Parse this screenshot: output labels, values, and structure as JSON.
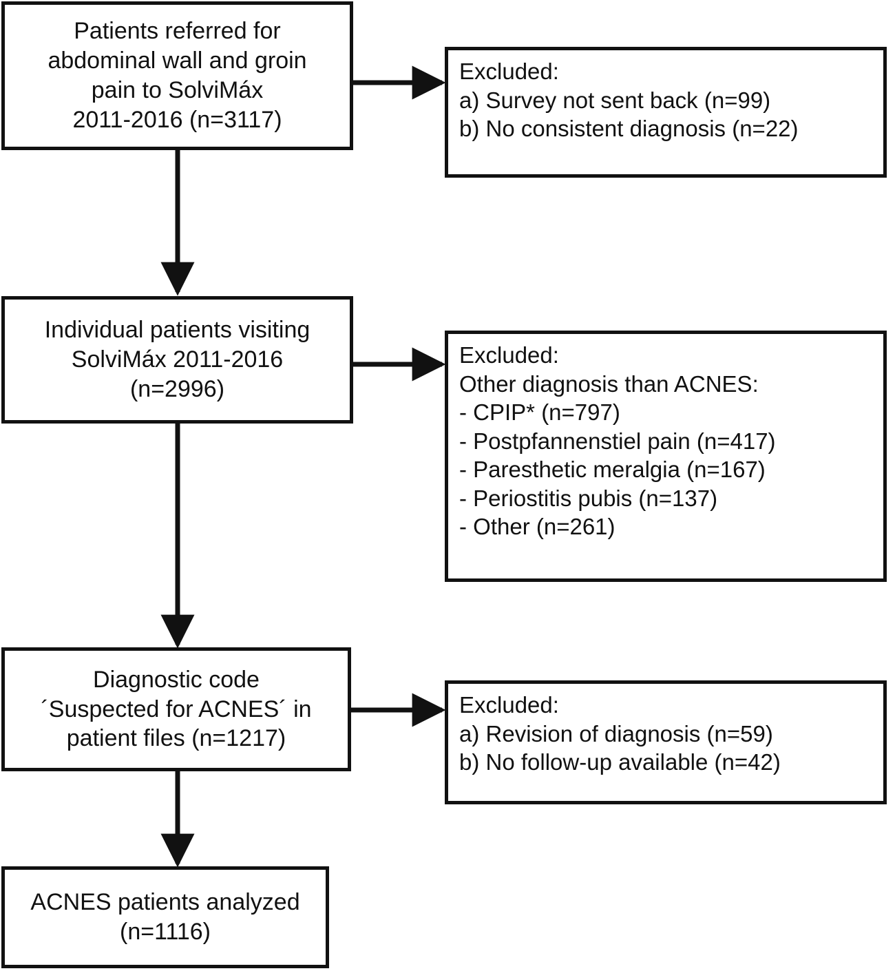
{
  "diagram": {
    "title": "ACNES patient selection flowchart",
    "stroke_color": "#111111",
    "background_color": "#ffffff",
    "nodes": {
      "referred": {
        "kind": "primary",
        "lines": [
          "Patients referred for",
          "abdominal wall and groin",
          "pain to SolviMáx",
          "2011-2016 (n=3117)"
        ]
      },
      "excluded_1": {
        "kind": "excluded",
        "lines": [
          "Excluded:",
          "a) Survey not sent back (n=99)",
          "b) No consistent diagnosis (n=22)"
        ]
      },
      "individual": {
        "kind": "primary",
        "lines": [
          "Individual patients visiting",
          "SolviMáx 2011-2016",
          "(n=2996)"
        ]
      },
      "excluded_2": {
        "kind": "excluded",
        "lines": [
          "Excluded:",
          "Other diagnosis than ACNES:",
          "- CPIP* (n=797)",
          "- Postpfannenstiel pain (n=417)",
          "- Paresthetic meralgia (n=167)",
          "- Periostitis pubis (n=137)",
          "- Other (n=261)"
        ]
      },
      "diagnostic_code": {
        "kind": "primary",
        "lines": [
          "Diagnostic code",
          "´Suspected for ACNES´ in",
          "patient files (n=1217)"
        ]
      },
      "excluded_3": {
        "kind": "excluded",
        "lines": [
          "Excluded:",
          "a) Revision of diagnosis (n=59)",
          "b) No follow-up available (n=42)"
        ]
      },
      "analyzed": {
        "kind": "primary",
        "lines": [
          "ACNES patients analyzed",
          "(n=1116)"
        ]
      }
    },
    "edges": [
      {
        "from": "referred",
        "to": "individual",
        "direction": "down"
      },
      {
        "from": "referred",
        "to": "excluded_1",
        "direction": "right"
      },
      {
        "from": "individual",
        "to": "diagnostic_code",
        "direction": "down"
      },
      {
        "from": "individual",
        "to": "excluded_2",
        "direction": "right"
      },
      {
        "from": "diagnostic_code",
        "to": "excluded_3",
        "direction": "right"
      },
      {
        "from": "diagnostic_code",
        "to": "analyzed",
        "direction": "down"
      }
    ]
  }
}
